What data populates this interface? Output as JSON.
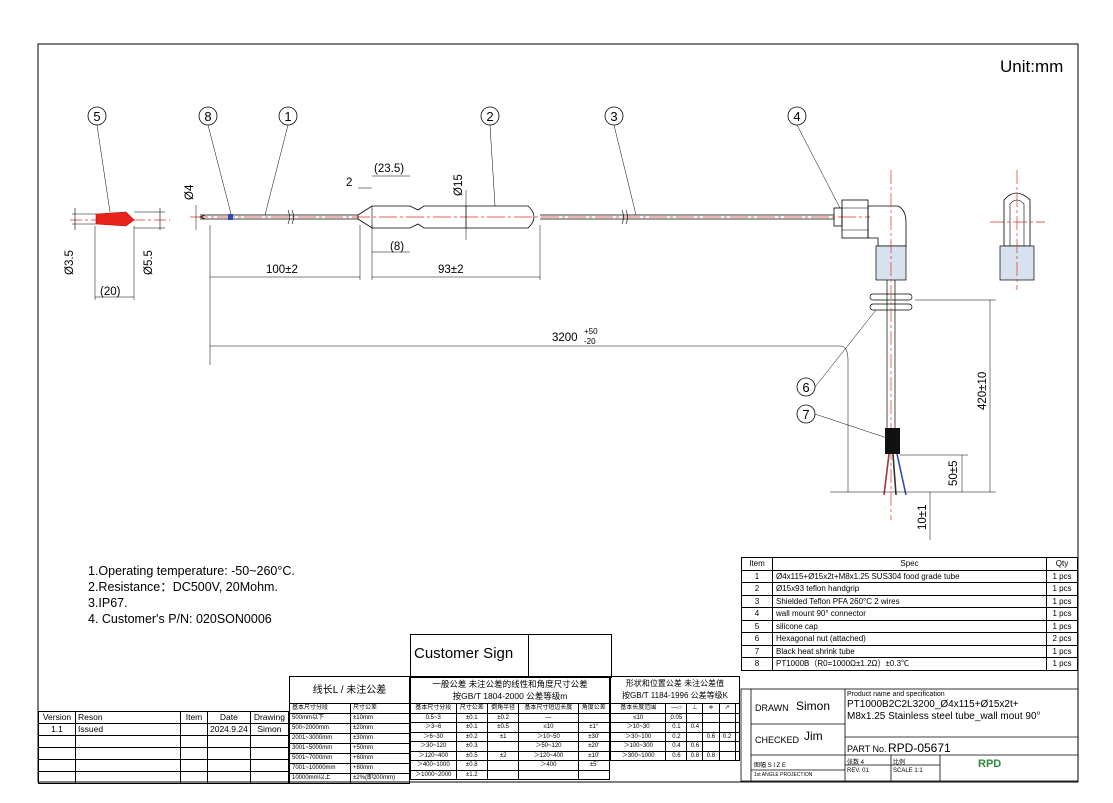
{
  "unit_label": "Unit:mm",
  "callouts": [
    "5",
    "8",
    "1",
    "2",
    "3",
    "4",
    "6",
    "7"
  ],
  "dimensions": {
    "d4": "Ø4",
    "d35": "Ø3.5",
    "d55": "Ø5.5",
    "tip_len": "(20)",
    "len100": "100±2",
    "len93": "93±2",
    "len2": "2",
    "len235": "(23.5)",
    "d15": "Ø15",
    "len8": "(8)",
    "len3200_base": "3200",
    "len3200_plus": "+50",
    "len3200_minus": "-20",
    "len420": "420±10",
    "len50": "50±5",
    "len10": "10±1"
  },
  "notes": [
    "1.Operating temperature:  -50~260°C.",
    "2.Resistance：DC500V, 20Mohm.",
    "3.IP67.",
    "4. Customer's P/N: 020SON0006"
  ],
  "bom": {
    "headers": [
      "Item",
      "Spec",
      "Qty"
    ],
    "rows": [
      {
        "item": "1",
        "spec": "Ø4x115+Ø15x2t+M8x1.25 SUS304 food grade tube",
        "qty": "1 pcs"
      },
      {
        "item": "2",
        "spec": "Ø15x93 teflon handgrip",
        "qty": "1 pcs"
      },
      {
        "item": "3",
        "spec": "Shielded Teflon PFA 260°C 2 wires",
        "qty": "1 pcs"
      },
      {
        "item": "4",
        "spec": "wall mount 90° connector",
        "qty": "1 pcs"
      },
      {
        "item": "5",
        "spec": "silicone cap",
        "qty": "1 pcs"
      },
      {
        "item": "6",
        "spec": "Hexagonal nut (attached)",
        "qty": "2 pcs"
      },
      {
        "item": "7",
        "spec": "Black heat shrink tube",
        "qty": "1 pcs"
      },
      {
        "item": "8",
        "spec": "PT1000B（R0=1000Ω±1.2Ω）±0.3℃",
        "qty": "1 pcs"
      }
    ]
  },
  "revision": {
    "headers": [
      "Version",
      "Reson",
      "Item",
      "Date",
      "Drawing"
    ],
    "rows": [
      {
        "version": "1.1",
        "reason": "Issued",
        "item": "",
        "date": "2024.9.24",
        "drawing": "Simon"
      }
    ]
  },
  "customer_sign": "Customer Sign",
  "tol_linear": {
    "title": "线长L / 未注公差",
    "headers": [
      "基本尺寸分段",
      "尺寸公差"
    ],
    "rows": [
      [
        "500mm以下",
        "±10mm"
      ],
      [
        "500~2000mm",
        "±20mm"
      ],
      [
        "2001~3000mm",
        "±30mm"
      ],
      [
        "3001~5000mm",
        "+50mm"
      ],
      [
        "5001~7000mm",
        "+60mm"
      ],
      [
        "7001~10000mm",
        "+80mm"
      ],
      [
        "10000mm以上",
        "±2%(即200mm)"
      ]
    ]
  },
  "tol_general": {
    "title1": "一般公差 未注公差的线性和角度尺寸公差",
    "title2": "按GB/T 1804-2000  公差等级m",
    "headers": [
      "基本尺寸分段",
      "尺寸公差",
      "倒角半径",
      "基本尺寸短边长度",
      "角度公差"
    ],
    "rows": [
      [
        "0.5~3",
        "±0.1",
        "±0.2",
        "—",
        ""
      ],
      [
        "＞3~6",
        "±0.1",
        "±0.5",
        "≤10",
        "±1°"
      ],
      [
        "＞6~30",
        "±0.2",
        "±1",
        "＞10~50",
        "±30'"
      ],
      [
        "＞30~120",
        "±0.3",
        "",
        "＞50~120",
        "±20'"
      ],
      [
        "＞120~400",
        "±0.5",
        "±2",
        "＞120~400",
        "±10'"
      ],
      [
        "＞400~1000",
        "±0.8",
        "",
        "＞400",
        "±5'"
      ],
      [
        "＞1000~2000",
        "±1.2",
        "",
        "",
        ""
      ]
    ]
  },
  "tol_geometric": {
    "title1": "形状和位置公差 未注公差值",
    "title2": "按GB/T 1184-1996 公差等级K",
    "header_first": "基本长度范围",
    "rows": [
      [
        "≤10",
        "0.05"
      ],
      [
        "＞10~30",
        "0.1"
      ],
      [
        "＞30~100",
        "0.2"
      ],
      [
        "＞100~300",
        "0.4"
      ],
      [
        "＞300~1000",
        "0.6"
      ]
    ],
    "col_vals": [
      "0.4",
      "0.6",
      "0.8",
      "0.6",
      "0.2",
      "0.8"
    ]
  },
  "title_block": {
    "drawn_label": "DRAWN",
    "drawn_by": "Simon",
    "checked_label": "CHECKED",
    "checked_by": "Jim",
    "product_label": "Product name and specification",
    "product_line1": "PT1000B2C2L3200_Ø4x115+Ø15x2t+",
    "product_line2": "M8x1.25 Stainless steel tube_wall mout 90°",
    "part_label": "PART No.",
    "part_no": "RPD-05671",
    "size_label": "图幅 S I Z E",
    "sheet_label": "张数 4",
    "rev_label": "REV.  01",
    "scale_label": "比例",
    "scale_value": "SCALE  1:1",
    "angle_label": "1st  ANGLE  PROJECTION",
    "logo": "RPD"
  }
}
